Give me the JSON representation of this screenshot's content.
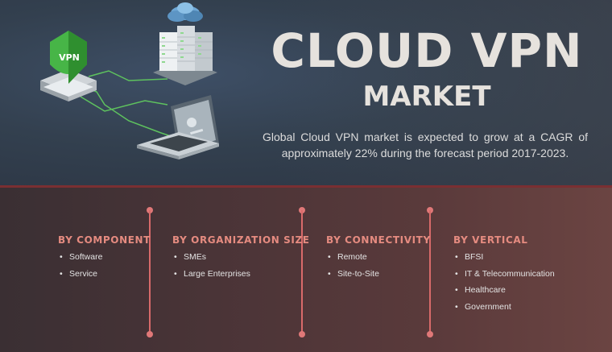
{
  "header": {
    "title": "CLOUD VPN",
    "subtitle": "MARKET",
    "description": "Global Cloud VPN market is expected to grow at a CAGR of approximately 22% during the forecast period 2017-2023.",
    "shield_label": "VPN"
  },
  "segments": [
    {
      "title": "BY COMPONENT",
      "items": [
        "Software",
        "Service"
      ]
    },
    {
      "title": "BY ORGANIZATION SIZE",
      "items": [
        "SMEs",
        "Large Enterprises"
      ]
    },
    {
      "title": "BY CONNECTIVITY",
      "items": [
        "Remote",
        "Site-to-Site"
      ]
    },
    {
      "title": "BY VERTICAL",
      "items": [
        "BFSI",
        "IT & Telecommunication",
        "Healthcare",
        "Government"
      ]
    }
  ],
  "colors": {
    "accent": "#e58b80",
    "divider": "#d86a6a",
    "shield": "#3fae3f",
    "server": "#e8ecef"
  }
}
